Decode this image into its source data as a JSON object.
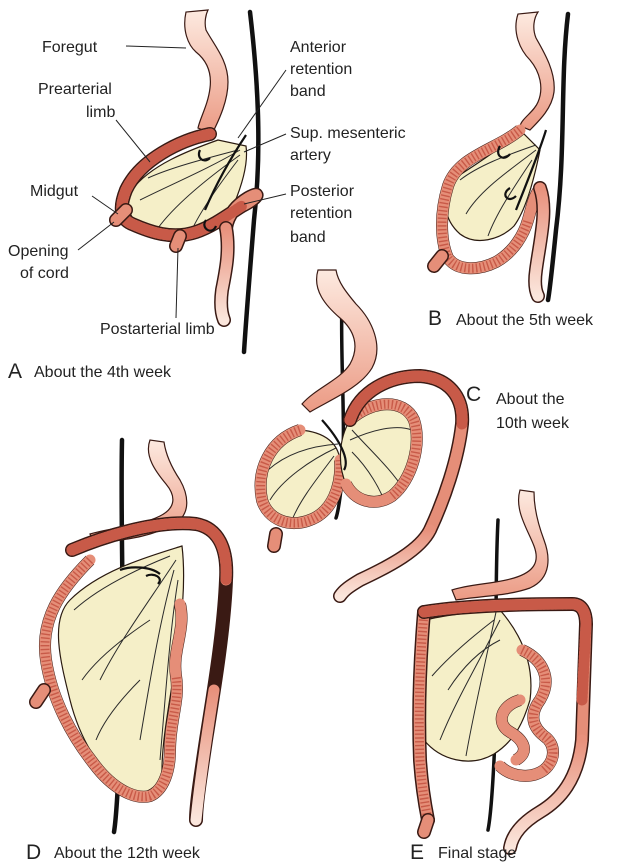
{
  "panel_a": {
    "letter": "A",
    "caption": "About the 4th week",
    "labels": {
      "foregut": "Foregut",
      "prearterial_1": "Prearterial",
      "prearterial_2": "limb",
      "midgut": "Midgut",
      "opening_1": "Opening",
      "opening_2": "of cord",
      "postarterial": "Postarterial limb",
      "anterior_1": "Anterior",
      "anterior_2": "retention",
      "anterior_3": "band",
      "sma_1": "Sup. mesenteric",
      "sma_2": "artery",
      "posterior_1": "Posterior",
      "posterior_2": "retention",
      "posterior_3": "band"
    }
  },
  "panel_b": {
    "letter": "B",
    "caption": "About the 5th week"
  },
  "panel_c": {
    "letter": "C",
    "caption_1": "About the",
    "caption_2": "10th week"
  },
  "panel_d": {
    "letter": "D",
    "caption": "About the 12th week"
  },
  "panel_e": {
    "letter": "E",
    "caption": "Final stage"
  },
  "colors": {
    "gut_wall": "#e58e78",
    "gut_hatch": "#c85a48",
    "foregut_light": "#fde8dc",
    "mesentery": "#f5efc8",
    "outline": "#3a1a14"
  }
}
